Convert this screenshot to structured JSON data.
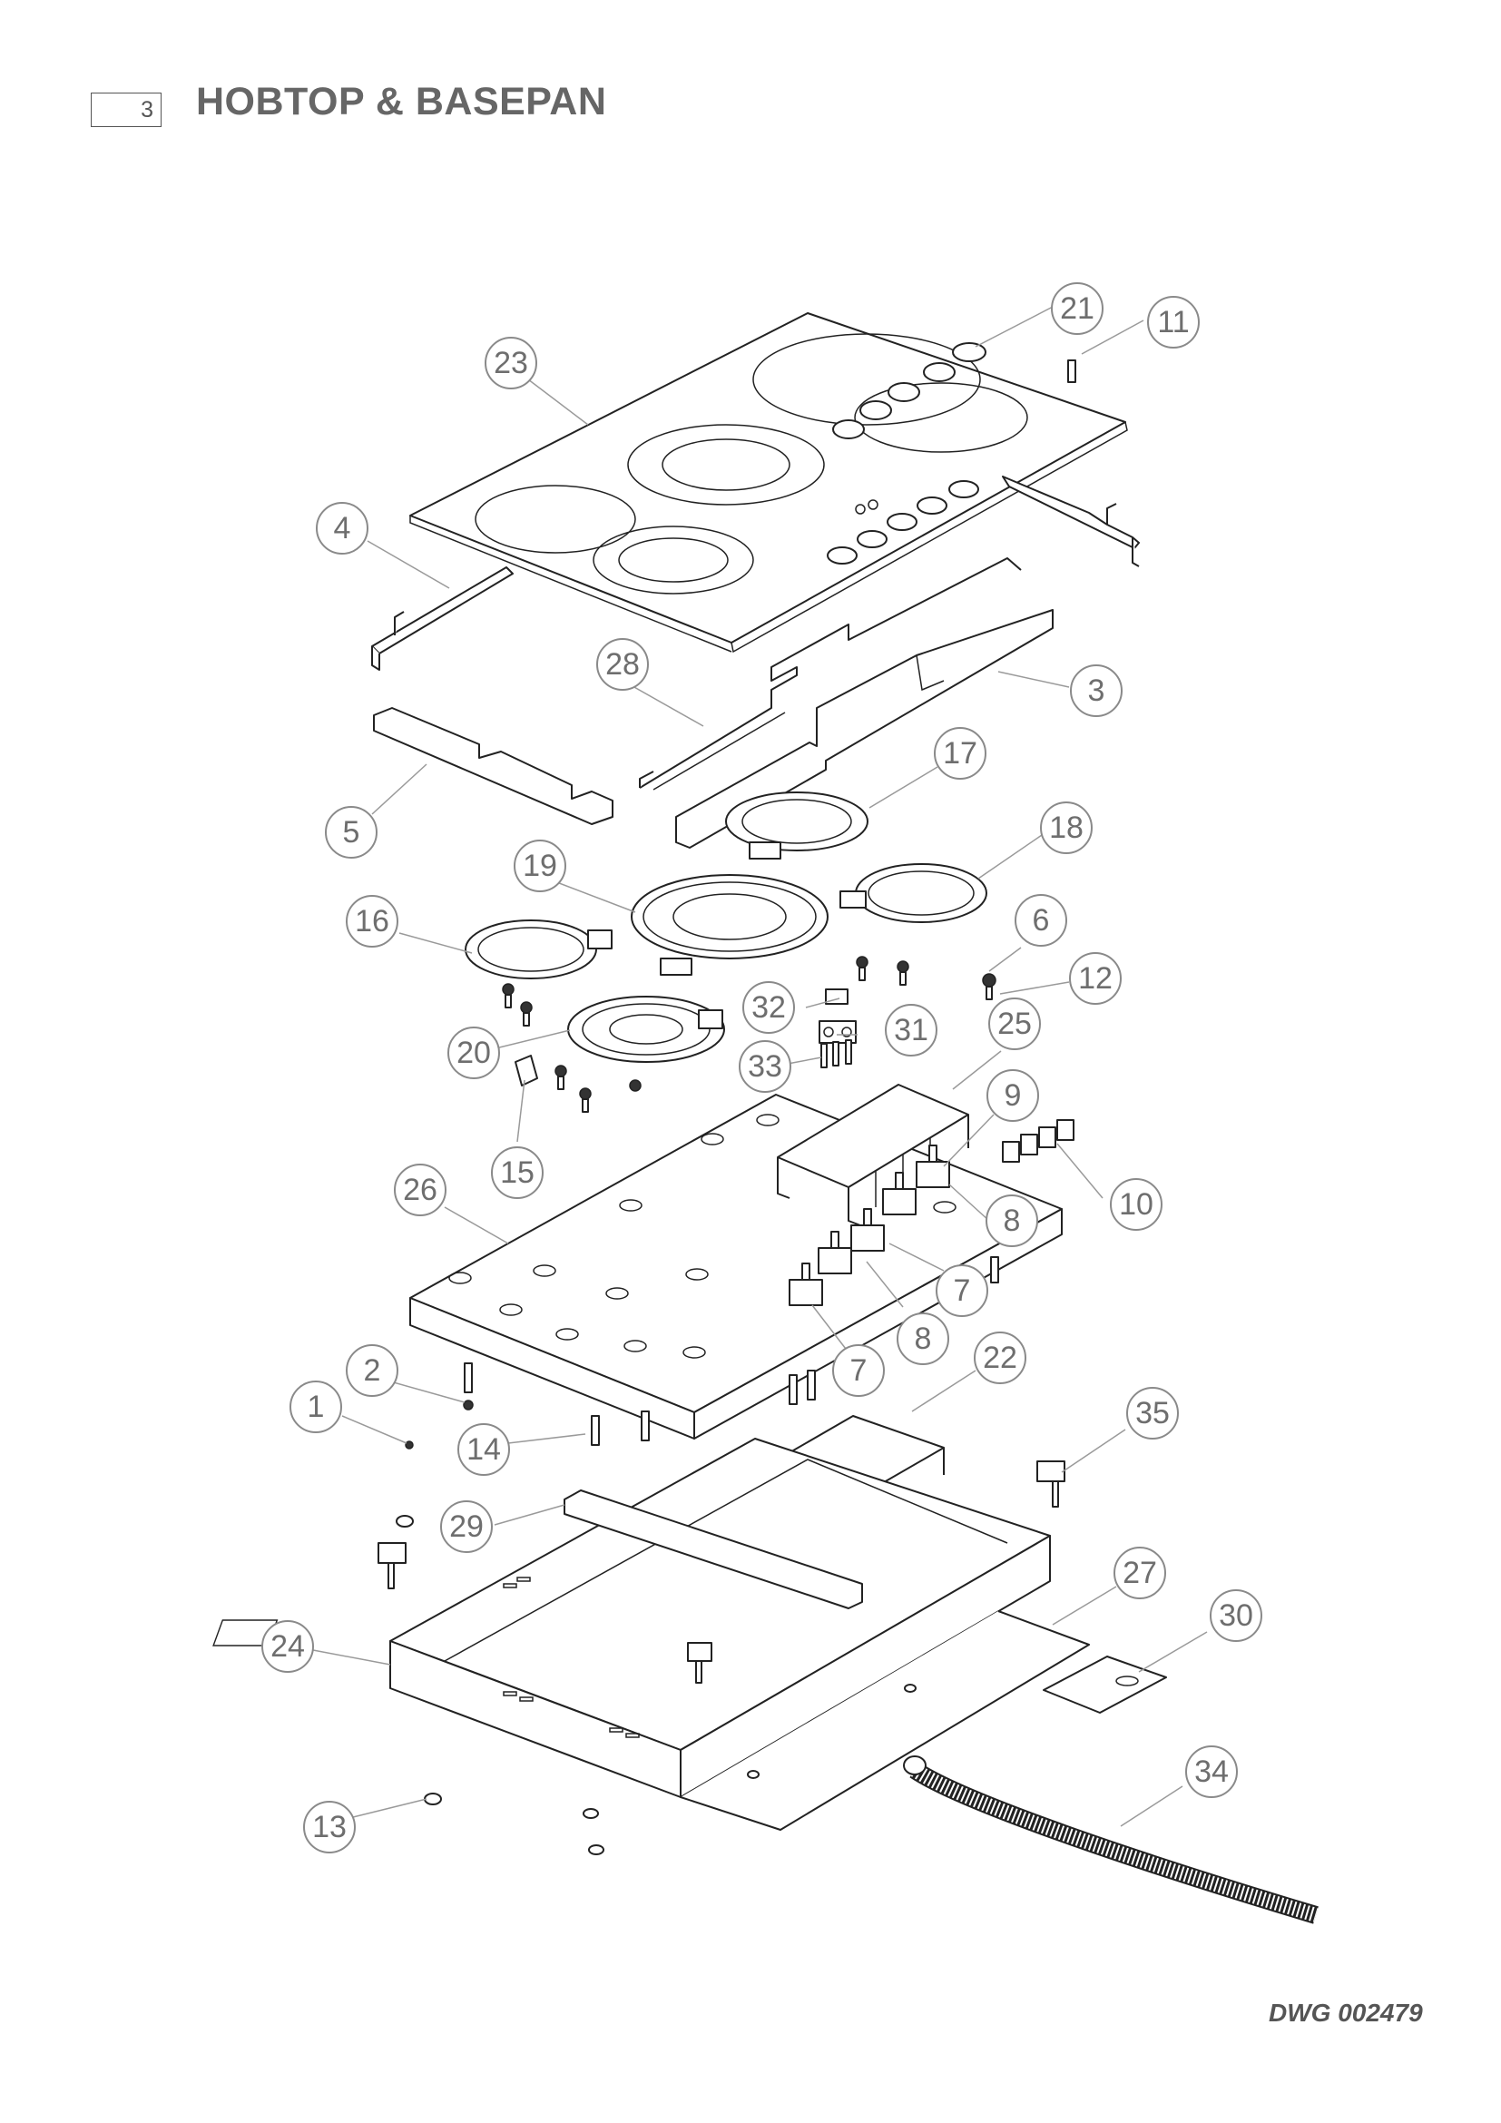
{
  "header": {
    "page_number": "3",
    "title": "HOBTOP & BASEPAN"
  },
  "footer": {
    "drawing_number": "DWG 002479"
  },
  "callouts": [
    "1",
    "2",
    "3",
    "4",
    "5",
    "6",
    "7",
    "7",
    "8",
    "8",
    "9",
    "10",
    "11",
    "12",
    "13",
    "14",
    "15",
    "16",
    "17",
    "18",
    "19",
    "20",
    "21",
    "22",
    "23",
    "24",
    "25",
    "26",
    "27",
    "28",
    "29",
    "30",
    "31",
    "32",
    "33",
    "34",
    "35"
  ]
}
